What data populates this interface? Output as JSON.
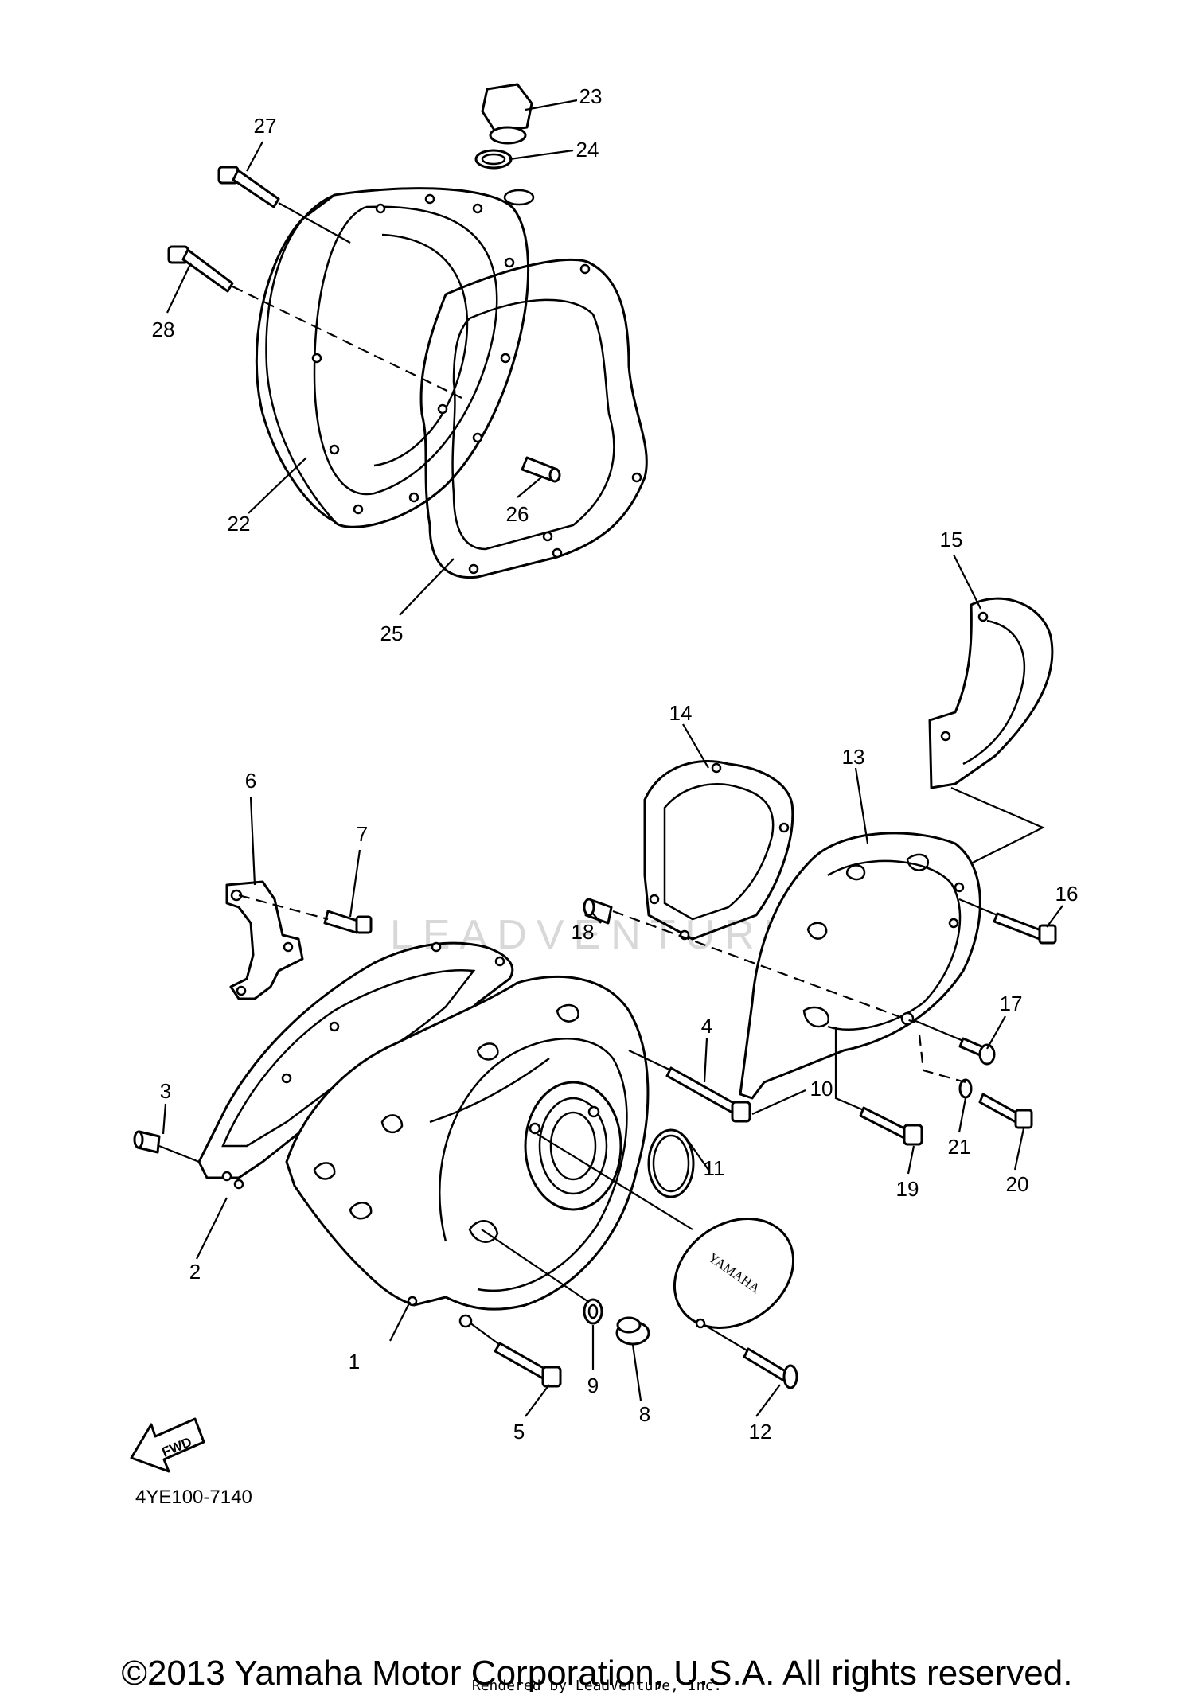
{
  "callouts": [
    "1",
    "2",
    "3",
    "4",
    "5",
    "6",
    "7",
    "8",
    "9",
    "10",
    "11",
    "12",
    "13",
    "14",
    "15",
    "16",
    "17",
    "18",
    "19",
    "20",
    "21",
    "22",
    "23",
    "24",
    "25",
    "26",
    "27",
    "28"
  ],
  "cover_text": "YAMAHA",
  "fwd_label": "FWD",
  "diagram_code": "4YE100-7140",
  "watermark": "LEADVENTURE",
  "copyright": "©2013 Yamaha Motor Corporation, U.S.A. All rights reserved.",
  "rendered_by": "Rendered by LeadVenture, Inc."
}
